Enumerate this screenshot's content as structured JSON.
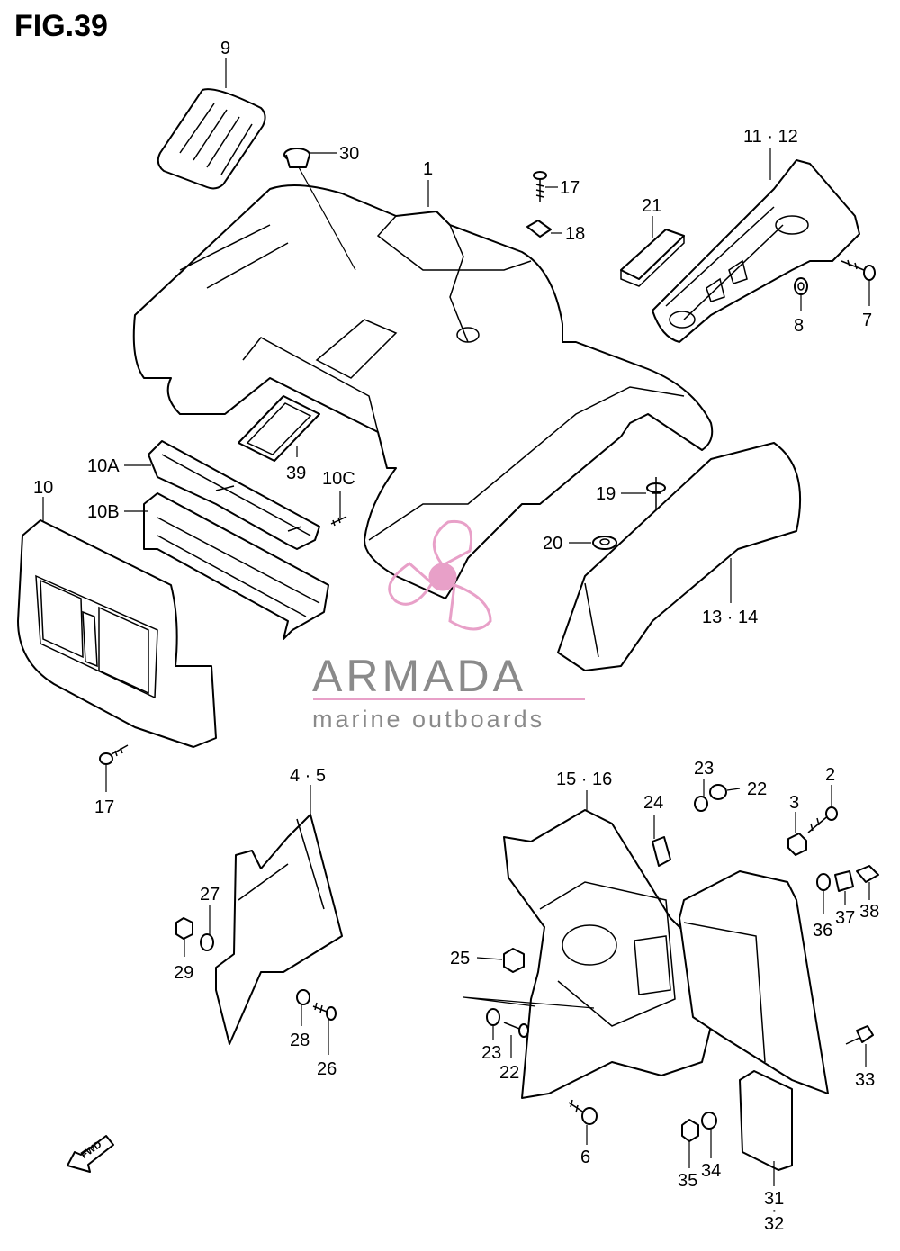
{
  "figure": {
    "title": "FIG.39"
  },
  "watermark": {
    "brand": "ARMADA",
    "tagline": "marine outboards",
    "accent_color": "#e8a0c8",
    "text_color": "#8a8a8a",
    "icon": "propeller-logo-icon"
  },
  "direction_badge": {
    "label": "FWD",
    "icon": "fwd-arrow-icon"
  },
  "callouts": [
    {
      "id": "c9",
      "label": "9"
    },
    {
      "id": "c30",
      "label": "30"
    },
    {
      "id": "c1",
      "label": "1"
    },
    {
      "id": "c17a",
      "label": "17"
    },
    {
      "id": "c18",
      "label": "18"
    },
    {
      "id": "c1112",
      "label": "11 · 12"
    },
    {
      "id": "c21",
      "label": "21"
    },
    {
      "id": "c8",
      "label": "8"
    },
    {
      "id": "c7",
      "label": "7"
    },
    {
      "id": "c10A",
      "label": "10A"
    },
    {
      "id": "c10",
      "label": "10"
    },
    {
      "id": "c10B",
      "label": "10B"
    },
    {
      "id": "c39",
      "label": "39"
    },
    {
      "id": "c10C",
      "label": "10C"
    },
    {
      "id": "c19",
      "label": "19"
    },
    {
      "id": "c20",
      "label": "20"
    },
    {
      "id": "c1314",
      "label": "13 · 14"
    },
    {
      "id": "c17b",
      "label": "17"
    },
    {
      "id": "c45",
      "label": "4 · 5"
    },
    {
      "id": "c27",
      "label": "27"
    },
    {
      "id": "c29",
      "label": "29"
    },
    {
      "id": "c28",
      "label": "28"
    },
    {
      "id": "c26",
      "label": "26"
    },
    {
      "id": "c1516",
      "label": "15 · 16"
    },
    {
      "id": "c23a",
      "label": "23"
    },
    {
      "id": "c22a",
      "label": "22"
    },
    {
      "id": "c24",
      "label": "24"
    },
    {
      "id": "c2",
      "label": "2"
    },
    {
      "id": "c3",
      "label": "3"
    },
    {
      "id": "c36",
      "label": "36"
    },
    {
      "id": "c37",
      "label": "37"
    },
    {
      "id": "c38",
      "label": "38"
    },
    {
      "id": "c25",
      "label": "25"
    },
    {
      "id": "c23b",
      "label": "23"
    },
    {
      "id": "c22b",
      "label": "22"
    },
    {
      "id": "c33",
      "label": "33"
    },
    {
      "id": "c6",
      "label": "6"
    },
    {
      "id": "c35",
      "label": "35"
    },
    {
      "id": "c34",
      "label": "34"
    },
    {
      "id": "c31",
      "label": "31"
    },
    {
      "id": "c32",
      "label": "32"
    }
  ]
}
